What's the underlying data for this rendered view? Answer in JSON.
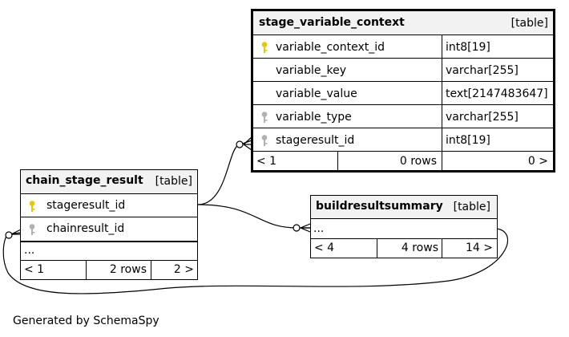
{
  "tables": {
    "stage_variable_context": {
      "name": "stage_variable_context",
      "kind": "[table]",
      "columns": [
        {
          "name": "variable_context_id",
          "type": "int8[19]",
          "key": "primary-key"
        },
        {
          "name": "variable_key",
          "type": "varchar[255]",
          "key": "none"
        },
        {
          "name": "variable_value",
          "type": "text[2147483647]",
          "key": "none"
        },
        {
          "name": "variable_type",
          "type": "varchar[255]",
          "key": "index"
        },
        {
          "name": "stageresult_id",
          "type": "int8[19]",
          "key": "index"
        }
      ],
      "footer": {
        "parents": "< 1",
        "rows": "0 rows",
        "children": "0 >"
      }
    },
    "chain_stage_result": {
      "name": "chain_stage_result",
      "kind": "[table]",
      "columns": [
        {
          "name": "stageresult_id",
          "key": "primary-key"
        },
        {
          "name": "chainresult_id",
          "key": "index"
        }
      ],
      "more": "...",
      "footer": {
        "parents": "< 1",
        "rows": "2 rows",
        "children": "2 >"
      }
    },
    "buildresultsummary": {
      "name": "buildresultsummary",
      "kind": "[table]",
      "more": "...",
      "footer": {
        "parents": "< 4",
        "rows": "4 rows",
        "children": "14 >"
      }
    }
  },
  "colors": {
    "primary_key_icon": "#e6c800",
    "index_icon": "#b0b0b0",
    "header_bg": "#f2f2f2",
    "line": "#000000"
  },
  "footer_text": "Generated by SchemaSpy"
}
